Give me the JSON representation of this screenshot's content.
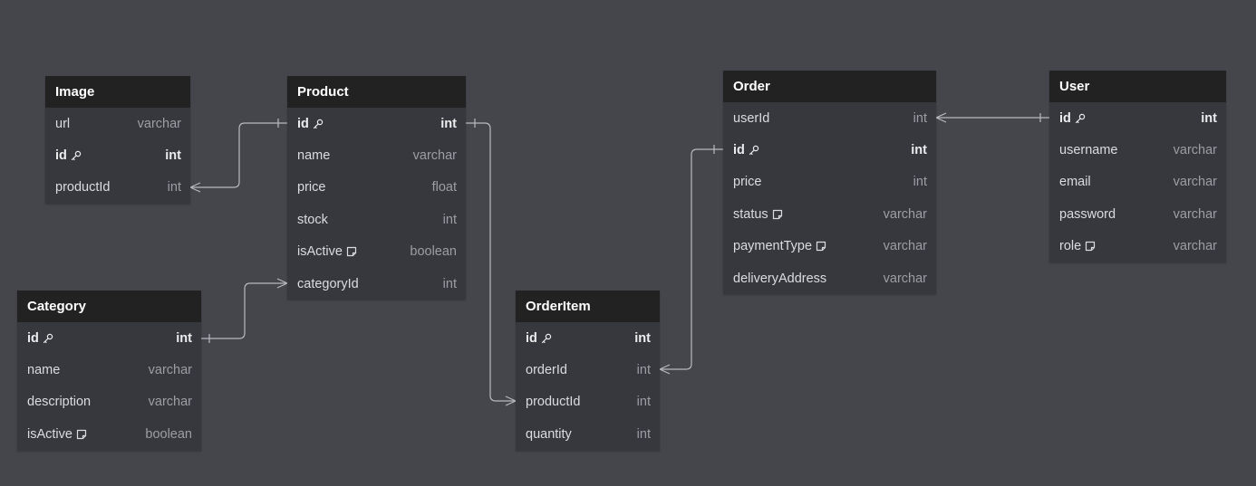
{
  "tables": {
    "image": {
      "title": "Image",
      "fields": [
        {
          "name": "url",
          "type": "varchar",
          "pk": false,
          "note": false
        },
        {
          "name": "id",
          "type": "int",
          "pk": true,
          "note": false
        },
        {
          "name": "productId",
          "type": "int",
          "pk": false,
          "note": false
        }
      ]
    },
    "product": {
      "title": "Product",
      "fields": [
        {
          "name": "id",
          "type": "int",
          "pk": true,
          "note": false
        },
        {
          "name": "name",
          "type": "varchar",
          "pk": false,
          "note": false
        },
        {
          "name": "price",
          "type": "float",
          "pk": false,
          "note": false
        },
        {
          "name": "stock",
          "type": "int",
          "pk": false,
          "note": false
        },
        {
          "name": "isActive",
          "type": "boolean",
          "pk": false,
          "note": true
        },
        {
          "name": "categoryId",
          "type": "int",
          "pk": false,
          "note": false
        }
      ]
    },
    "category": {
      "title": "Category",
      "fields": [
        {
          "name": "id",
          "type": "int",
          "pk": true,
          "note": false
        },
        {
          "name": "name",
          "type": "varchar",
          "pk": false,
          "note": false
        },
        {
          "name": "description",
          "type": "varchar",
          "pk": false,
          "note": false
        },
        {
          "name": "isActive",
          "type": "boolean",
          "pk": false,
          "note": true
        }
      ]
    },
    "order_item": {
      "title": "OrderItem",
      "fields": [
        {
          "name": "id",
          "type": "int",
          "pk": true,
          "note": false
        },
        {
          "name": "orderId",
          "type": "int",
          "pk": false,
          "note": false
        },
        {
          "name": "productId",
          "type": "int",
          "pk": false,
          "note": false
        },
        {
          "name": "quantity",
          "type": "int",
          "pk": false,
          "note": false
        }
      ]
    },
    "order": {
      "title": "Order",
      "fields": [
        {
          "name": "userId",
          "type": "int",
          "pk": false,
          "note": false
        },
        {
          "name": "id",
          "type": "int",
          "pk": true,
          "note": false
        },
        {
          "name": "price",
          "type": "int",
          "pk": false,
          "note": false
        },
        {
          "name": "status",
          "type": "varchar",
          "pk": false,
          "note": true
        },
        {
          "name": "paymentType",
          "type": "varchar",
          "pk": false,
          "note": true
        },
        {
          "name": "deliveryAddress",
          "type": "varchar",
          "pk": false,
          "note": false
        }
      ]
    },
    "user": {
      "title": "User",
      "fields": [
        {
          "name": "id",
          "type": "int",
          "pk": true,
          "note": false
        },
        {
          "name": "username",
          "type": "varchar",
          "pk": false,
          "note": false
        },
        {
          "name": "email",
          "type": "varchar",
          "pk": false,
          "note": false
        },
        {
          "name": "password",
          "type": "varchar",
          "pk": false,
          "note": false
        },
        {
          "name": "role",
          "type": "varchar",
          "pk": false,
          "note": true
        }
      ]
    }
  },
  "relationships": [
    {
      "from": "image.productId",
      "to": "product.id",
      "cardinality": "many-to-one"
    },
    {
      "from": "product.categoryId",
      "to": "category.id",
      "cardinality": "many-to-one"
    },
    {
      "from": "order_item.productId",
      "to": "product.id",
      "cardinality": "many-to-one"
    },
    {
      "from": "order_item.orderId",
      "to": "order.id",
      "cardinality": "many-to-one"
    },
    {
      "from": "order.userId",
      "to": "user.id",
      "cardinality": "many-to-one"
    }
  ],
  "colors": {
    "background": "#45464c",
    "header": "#222223",
    "body": "#37383e",
    "connector": "#b9bac0"
  },
  "icons": {
    "primary_key": "key-icon",
    "note": "note-icon"
  }
}
